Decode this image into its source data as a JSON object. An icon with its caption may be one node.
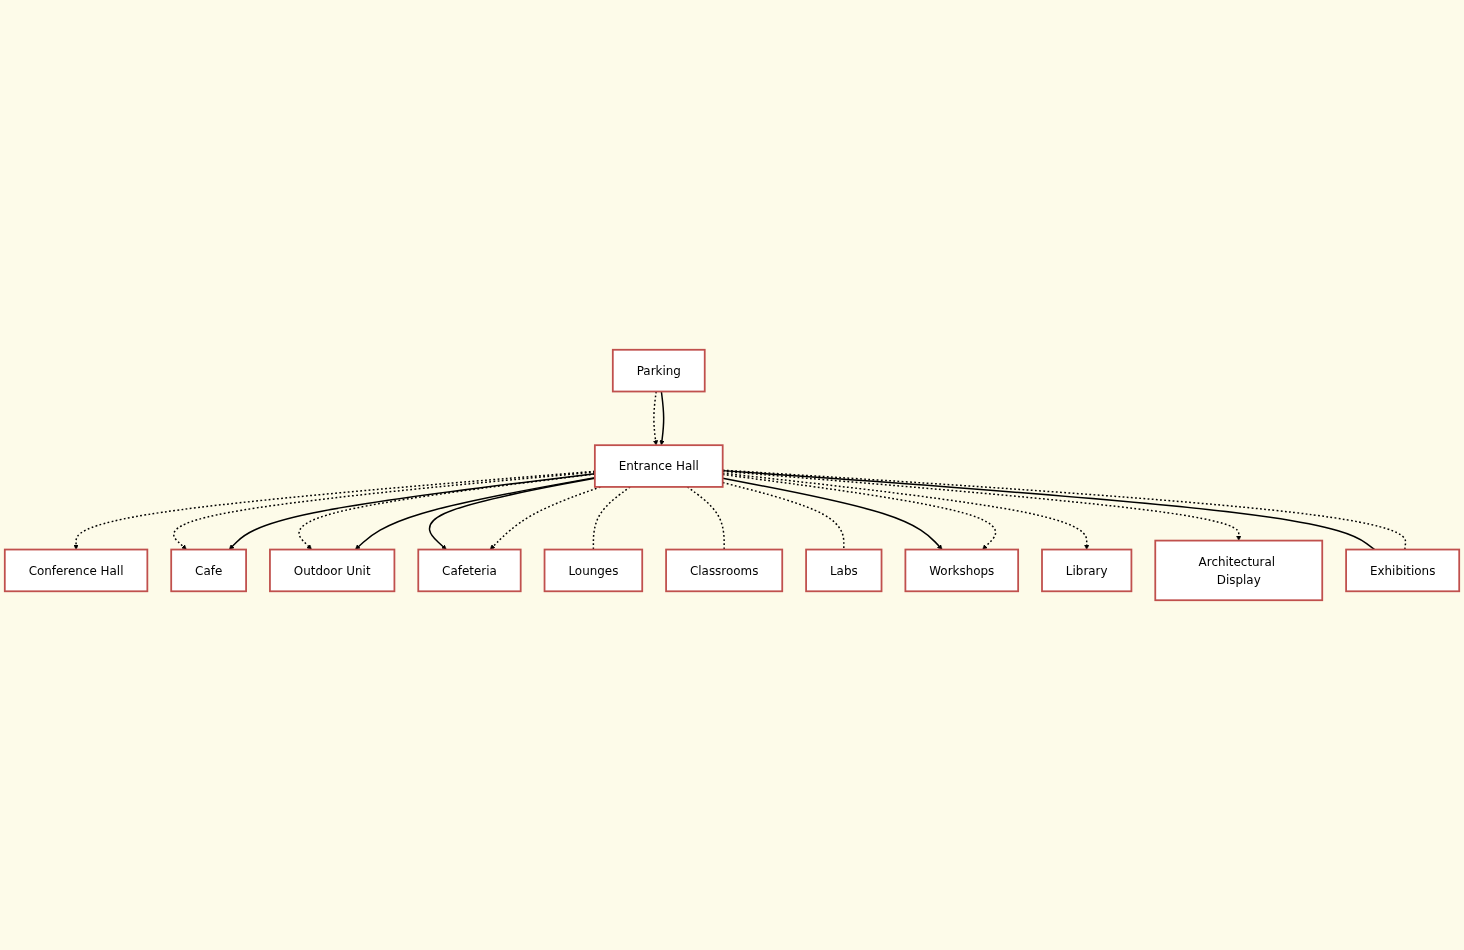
{
  "diagram": {
    "nodes": [
      {
        "text": [
          "Conference Hall"
        ]
      },
      {
        "text": [
          "Outdoor Unit"
        ]
      },
      {
        "text": [
          "Lounges"
        ]
      },
      {
        "text": [
          "Cafe"
        ]
      },
      {
        "text": [
          "Cafeteria"
        ]
      },
      {
        "text": [
          "Classrooms"
        ]
      },
      {
        "text": [
          "Labs"
        ]
      },
      {
        "text": [
          "Library"
        ]
      },
      {
        "text": [
          "Entrance Hall"
        ]
      },
      {
        "text": [
          "Workshops"
        ]
      },
      {
        "text": [
          "Architectural Display"
        ]
      },
      {
        "text": [
          "Exhibitions"
        ]
      },
      {
        "text": [
          "Parking"
        ]
      }
    ],
    "edges": [
      {
        "from": 8,
        "to": 0,
        "arrow": "to",
        "style": "dashed"
      },
      {
        "from": 8,
        "to": 3,
        "arrow": "to",
        "style": "dashed"
      },
      {
        "from": 8,
        "to": 3,
        "arrow": "to"
      },
      {
        "from": 8,
        "to": 1,
        "arrow": "to",
        "style": "dashed"
      },
      {
        "from": 8,
        "to": 1,
        "arrow": "to"
      },
      {
        "from": 8,
        "to": 4,
        "arrow": "to"
      },
      {
        "from": 8,
        "to": 4,
        "arrow": "to",
        "style": "dashed"
      },
      {
        "from": 8,
        "to": 2,
        "arrow": "none",
        "style": "dashed"
      },
      {
        "from": 8,
        "to": 5,
        "arrow": "none",
        "style": "dashed"
      },
      {
        "from": 8,
        "to": 6,
        "arrow": "none",
        "style": "dashed"
      },
      {
        "from": 8,
        "to": 9,
        "arrow": "to"
      },
      {
        "from": 8,
        "to": 9,
        "arrow": "to",
        "style": "dashed"
      },
      {
        "from": 8,
        "to": 7,
        "arrow": "to",
        "style": "dashed"
      },
      {
        "from": 8,
        "to": 10,
        "arrow": "to",
        "style": "dashed"
      },
      {
        "from": 8,
        "to": 11,
        "arrow": "none"
      },
      {
        "from": 8,
        "to": 11,
        "arrow": "none",
        "style": "dashed"
      },
      {
        "from": 12,
        "to": 8,
        "arrow": "to",
        "style": "dashed"
      },
      {
        "from": 12,
        "to": 8,
        "arrow": "to"
      }
    ]
  }
}
